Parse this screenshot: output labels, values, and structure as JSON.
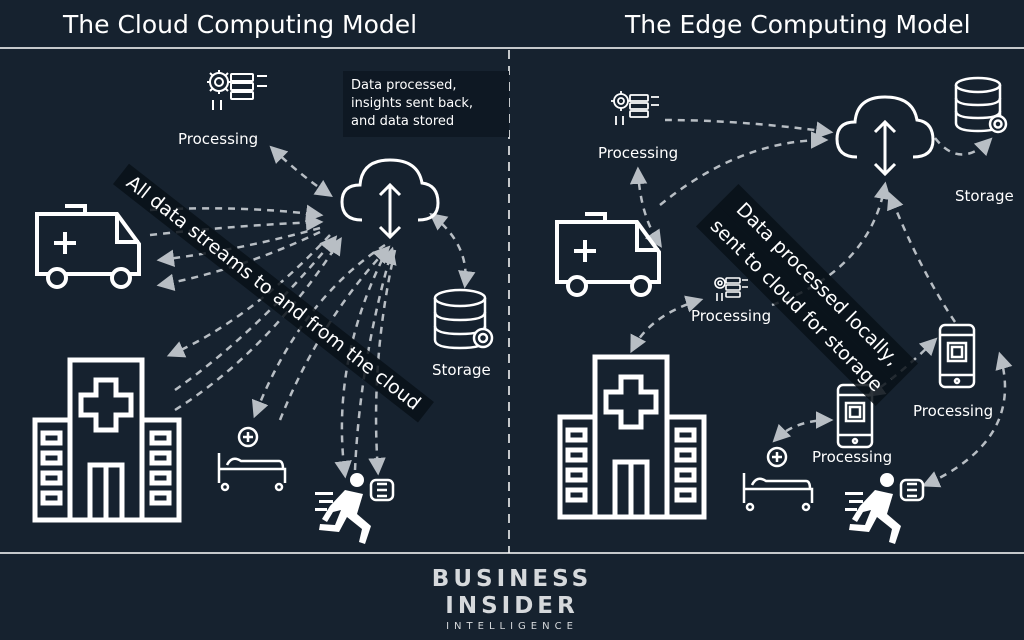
{
  "titles": {
    "cloud": "The Cloud Computing Model",
    "edge": "The Edge Computing Model"
  },
  "cloud_side": {
    "processing_label": "Processing",
    "storage_label": "Storage",
    "callout_lines": [
      "Data processed,",
      "insights sent back,",
      "and data stored"
    ],
    "diagonal_text": "All data streams to and from  the cloud"
  },
  "edge_side": {
    "processing_top_label": "Processing",
    "processing_mid_label": "Processing",
    "processing_phone_left_label": "Processing",
    "processing_phone_right_label": "Processing",
    "storage_label": "Storage",
    "diagonal_text_line1": "Data processed locally,",
    "diagonal_text_line2": "sent to cloud for storage"
  },
  "brand": {
    "line1": "BUSINESS",
    "line2": "INSIDER",
    "line3": "INTELLIGENCE"
  },
  "colors": {
    "background": "#16222f",
    "line": "#ffffff",
    "dashes": "#b8bec4"
  },
  "icons": [
    "processing-gear-server-icon",
    "cloud-upload-download-icon",
    "database-gear-icon",
    "ambulance-icon",
    "hospital-icon",
    "hospital-bed-icon",
    "runner-smartwatch-icon",
    "smartphone-chip-icon"
  ]
}
